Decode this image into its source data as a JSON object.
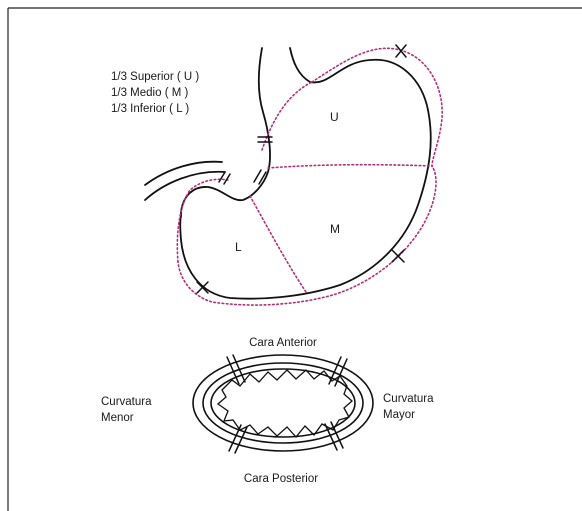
{
  "legend": {
    "line1": "1/3 Superior ( U )",
    "line2": "1/3 Medio ( M )",
    "line3": "1/3 Inferior ( L )"
  },
  "regions": {
    "upper": "U",
    "middle": "M",
    "lower": "L"
  },
  "cross_section": {
    "top": "Cara Anterior",
    "bottom": "Cara Posterior",
    "left_line1": "Curvatura",
    "left_line2": "Menor",
    "right_line1": "Curvatura",
    "right_line2": "Mayor"
  },
  "colors": {
    "outline": "#111111",
    "division_dotted": "#b0307a"
  }
}
